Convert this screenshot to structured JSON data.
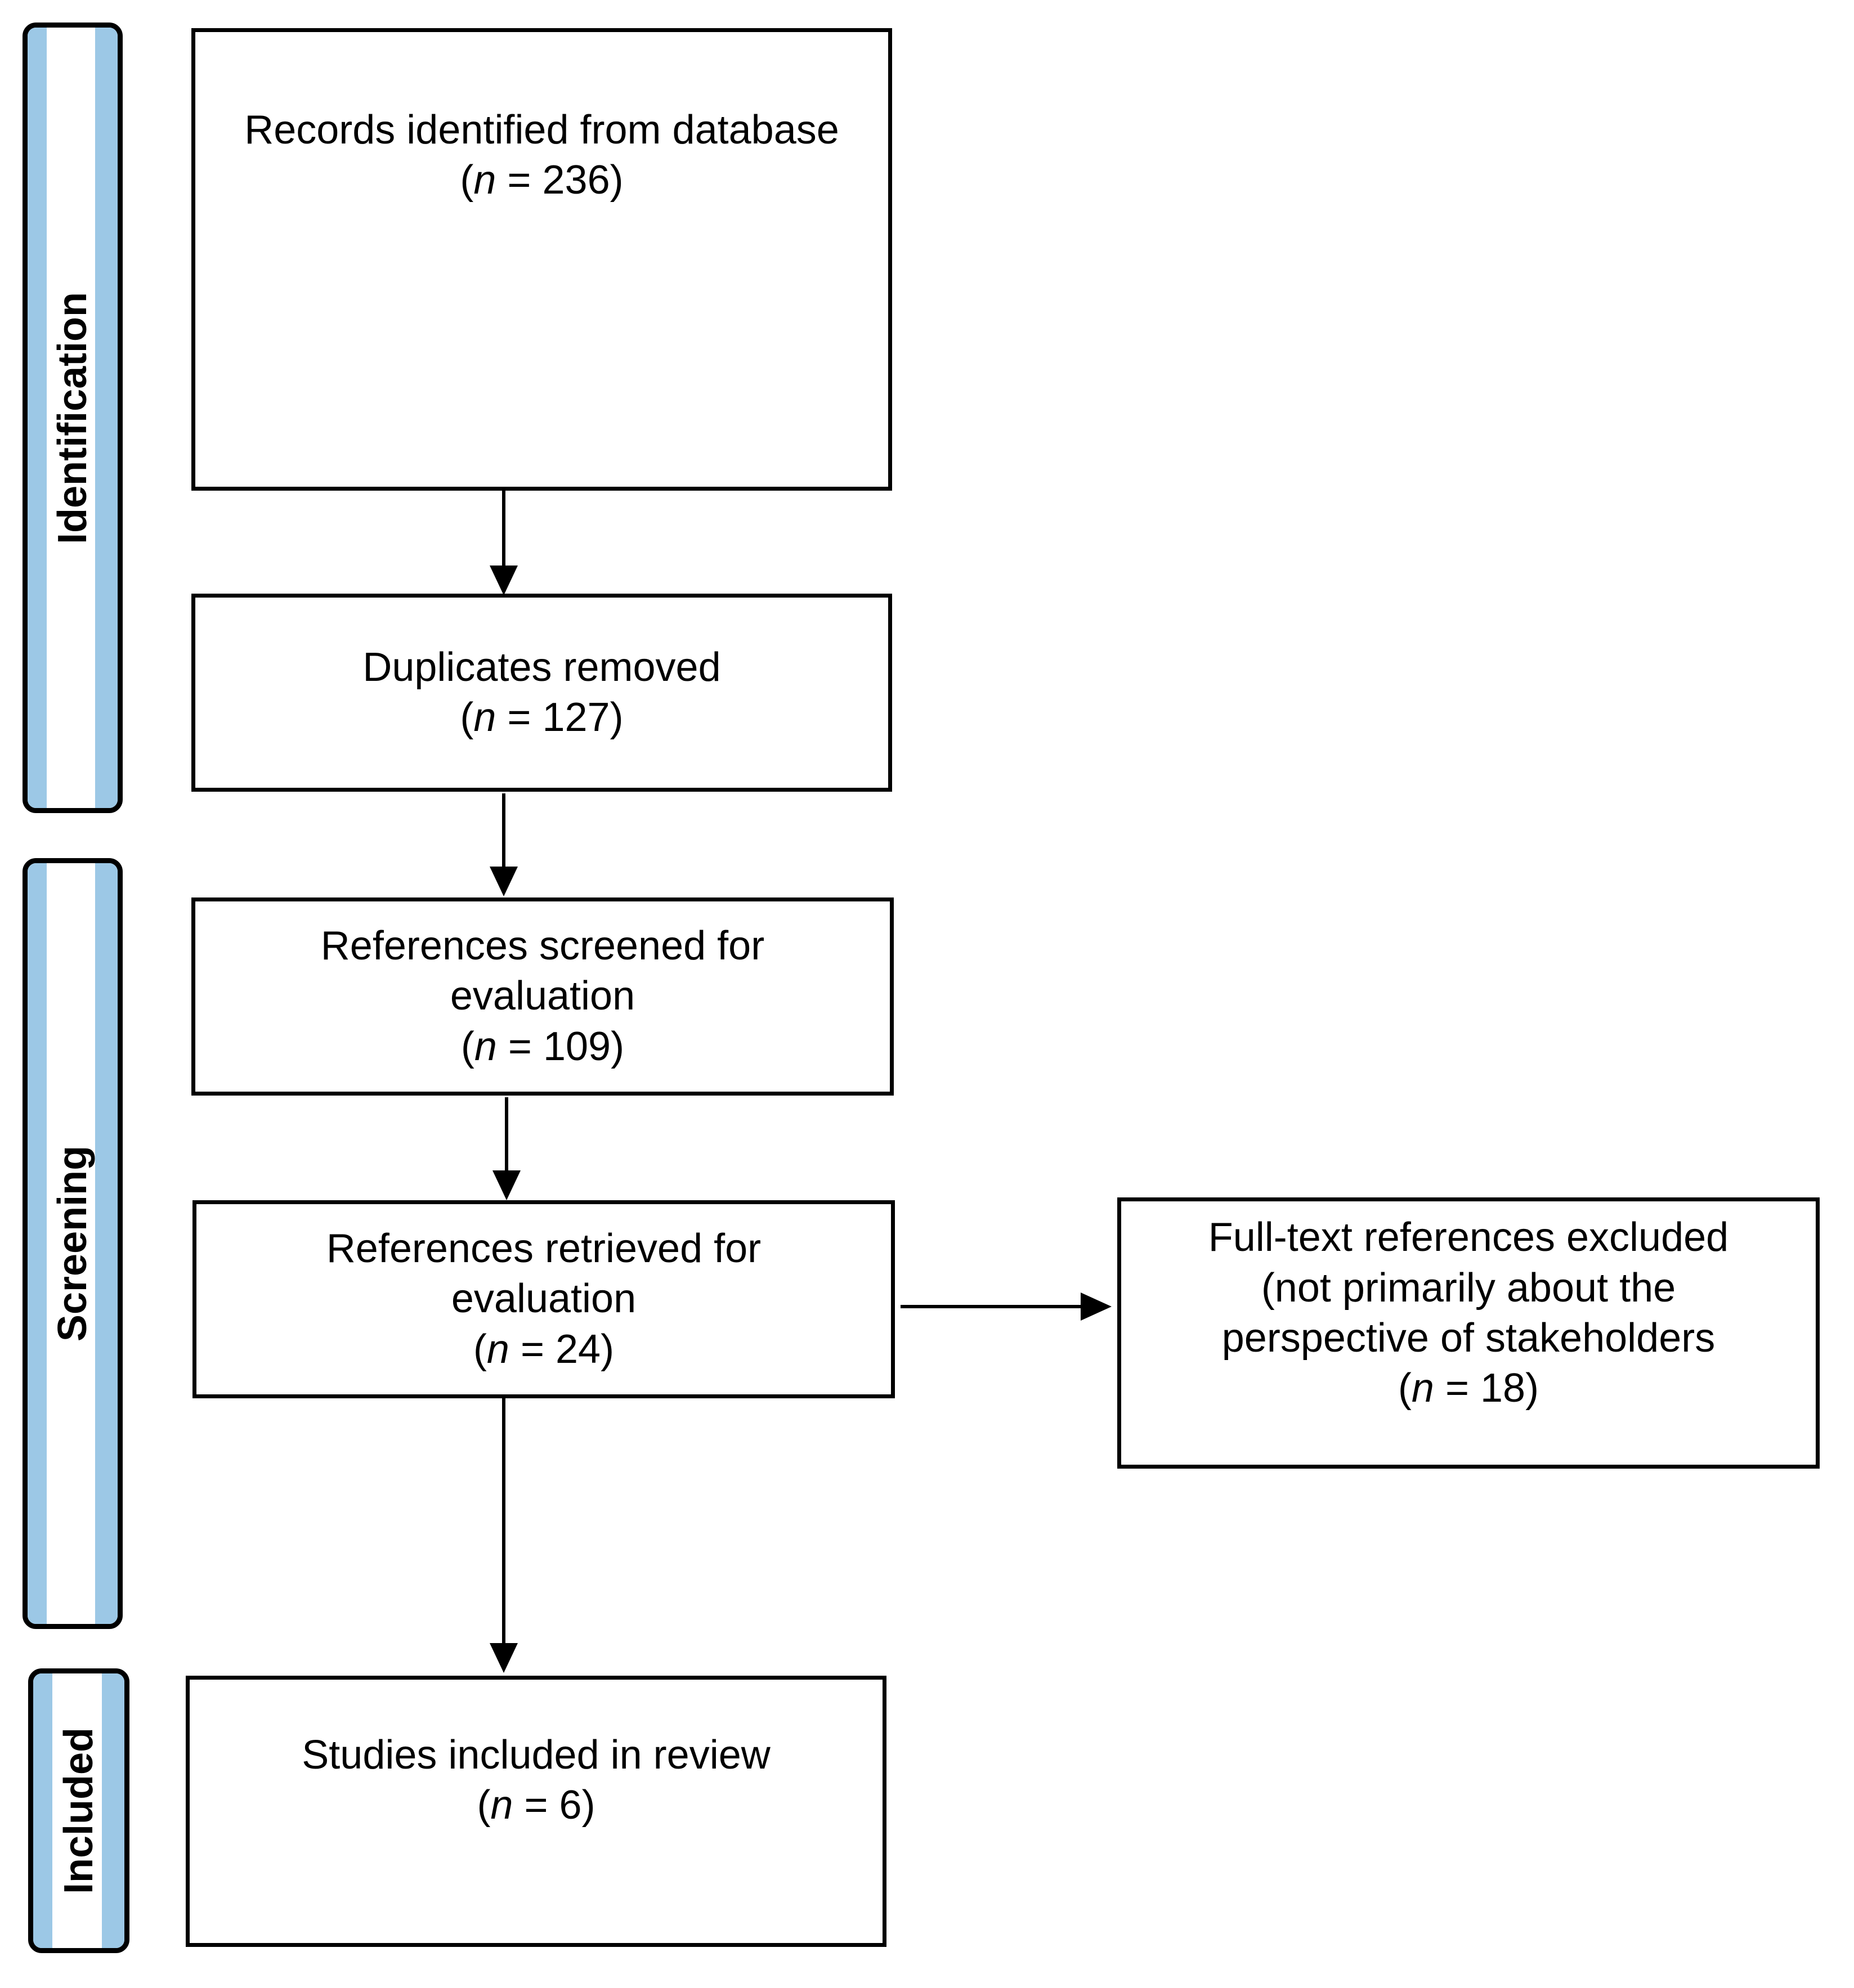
{
  "phases": {
    "identification": "Identification",
    "screening": "Screening",
    "included": "Included"
  },
  "boxes": {
    "records": {
      "lines": [
        "Records identified from database"
      ],
      "n_value": "236"
    },
    "duplicates": {
      "lines": [
        "Duplicates removed"
      ],
      "n_value": "127"
    },
    "screened": {
      "lines": [
        "References screened for",
        "evaluation"
      ],
      "n_value": "109"
    },
    "retrieved": {
      "lines": [
        "References retrieved for",
        "evaluation"
      ],
      "n_value": "24"
    },
    "excluded": {
      "lines": [
        "Full-text references excluded",
        "(not primarily about the",
        "perspective of stakeholders"
      ],
      "n_value": "18"
    },
    "included": {
      "lines": [
        "Studies included in review"
      ],
      "n_value": "6"
    }
  },
  "n_symbol": "n",
  "n_equals": " = ",
  "paren_open": "(",
  "paren_close": ")"
}
